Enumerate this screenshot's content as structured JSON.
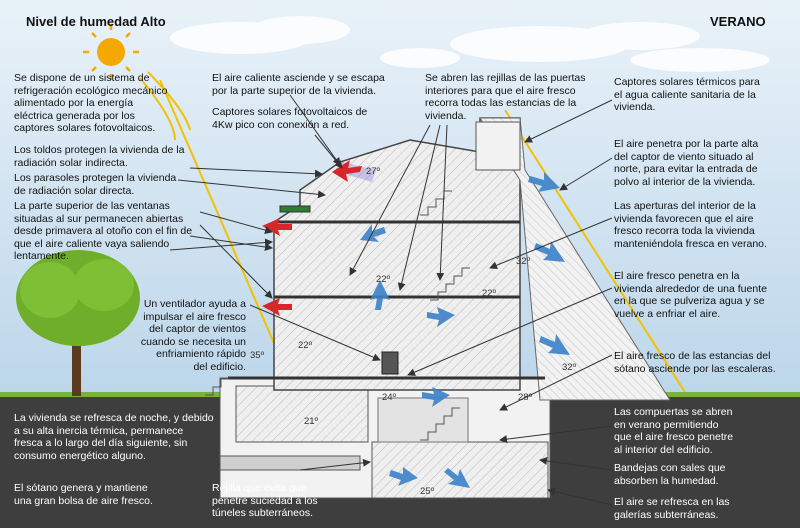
{
  "title": "Nivel de humedad Alto",
  "season": "VERANO",
  "labels": {
    "l1": "Se dispone de un sistema de\nrefrigeración ecológico mecánico\nalimentado por la energía\neléctrica generada por los\ncaptores solares fotovoltaicos.",
    "l2": "Los toldos protegen la vivienda de la\nradiación solar indirecta.",
    "l3": "Los parasoles protegen la vivienda\nde radiación solar directa.",
    "l4": "La parte superior de las ventanas\nsituadas al sur permanecen abiertas\ndesde primavera al otoño con el fin de\nque el aire caliente vaya saliendo\nlentamente.",
    "l5": "Un ventilador ayuda a\nimpulsar el aire fresco\ndel captor de vientos\ncuando se necesita un\nenfriamiento rápido\ndel edificio.",
    "m1": "El aire caliente asciende y se escapa\npor la parte superior de la vivienda.",
    "m2": "Captores solares fotovoltaicos de\n4Kw pico con conexión a red.",
    "m3": "Se abren las rejillas de las puertas\ninteriores para que el aire fresco\nrecorra todas las estancias de la\nvivienda.",
    "r1": "Captores solares térmicos para\nel agua caliente sanitaria de la\nvivienda.",
    "r2": "El aire penetra por la parte alta\ndel captor de viento situado al\nnorte, para evitar la entrada de\npolvo al interior de la vivienda.",
    "r3": "Las aperturas del interior de la\nvivienda favorecen que el aire\nfresco recorra toda la vivienda\nmanteniéndola fresca en verano.",
    "r4": "El aire fresco penetra en la\nvivienda alrededor de una fuente\nen la que se pulveriza agua y se\nvuelve a enfriar el aire.",
    "r5": "El aire fresco de las estancias del\nsótano asciende por las escaleras.",
    "b1": "La vivienda se refresca de noche, y debido\na su alta inercia térmica, permanece\nfresca a lo largo del día siguiente, sin\nconsumo energético alguno.",
    "b2": "El sótano genera y mantiene\nuna gran bolsa de aire fresco.",
    "b3": "Rejilla que evita que\npenetre suciedad a los\ntúneles subterráneos.",
    "b4": "Las compuertas se abren\nen verano permitiendo\nque el aire fresco penetre\nal interior del edificio.",
    "b5": "Bandejas con sales que\nabsorben la humedad.",
    "b6": "El aire se refresca en las\ngalerías subterráneas."
  },
  "temps": {
    "t27": "27º",
    "t22a": "22º",
    "t22b": "22º",
    "t22c": "22º",
    "t32a": "32º",
    "t32b": "32º",
    "t35": "35º",
    "t21": "21º",
    "t24": "24º",
    "t28": "28º",
    "t25": "25º"
  },
  "colors": {
    "sky": "#cfe3f2",
    "ground": "#3e3e3e",
    "building": "#ededed",
    "hatch": "#b3b3b3",
    "sun": "#f5a800",
    "warm_arrow": "#d9262a",
    "cool_arrow": "#3b82c9",
    "tree": "#6fae2a",
    "ray": "#f2c200"
  }
}
